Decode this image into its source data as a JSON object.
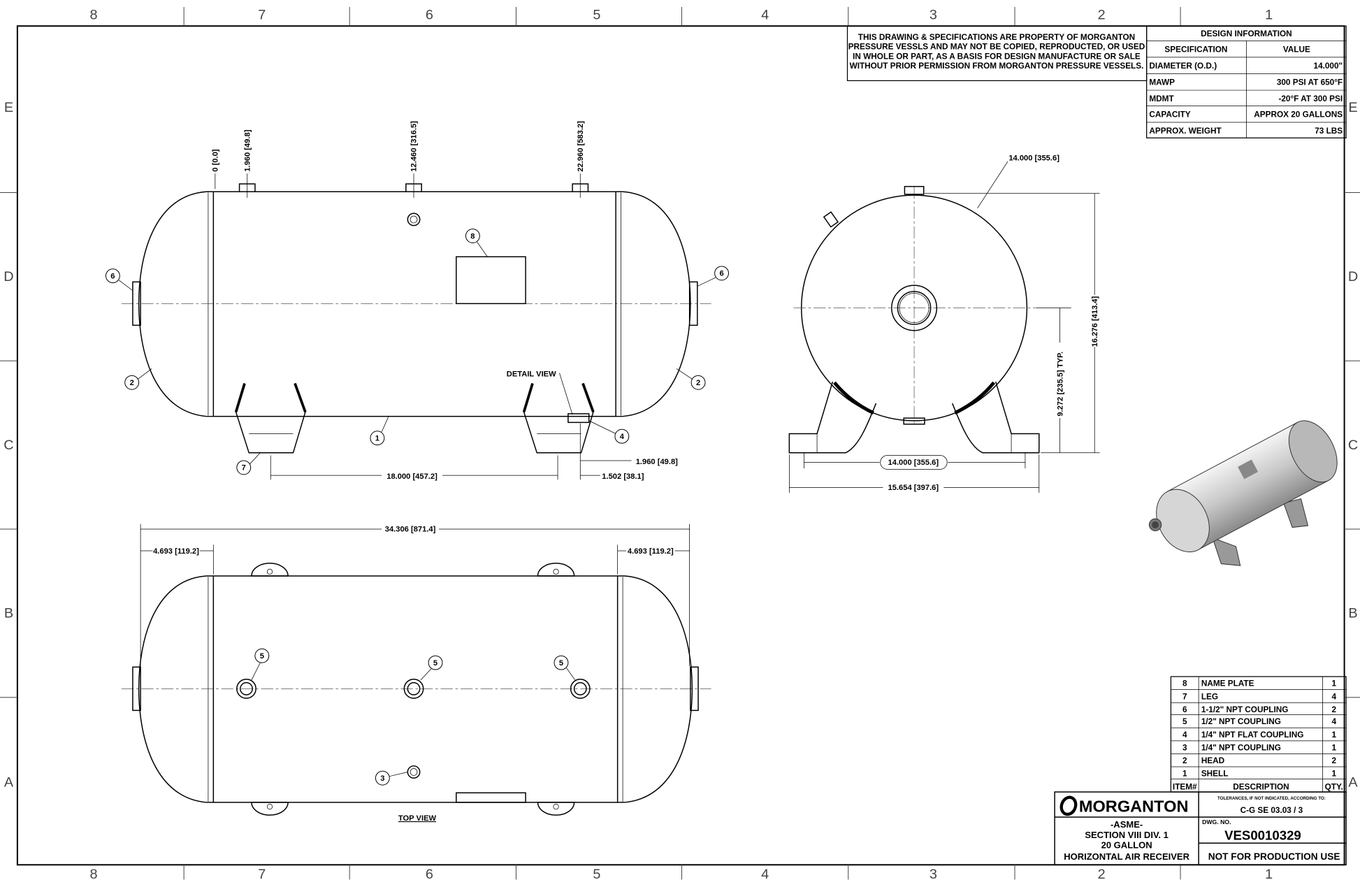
{
  "zones": {
    "columns": [
      "8",
      "7",
      "6",
      "5",
      "4",
      "3",
      "2",
      "1"
    ],
    "rows": [
      "E",
      "D",
      "C",
      "B",
      "A"
    ]
  },
  "notice": [
    "THIS DRAWING & SPECIFICATIONS ARE PROPERTY OF MORGANTON",
    "PRESSURE VESSLS AND MAY NOT BE COPIED, REPRODUCTED,  OR USED",
    "IN WHOLE OR PART, AS A BASIS FOR DESIGN MANUFACTURE OR SALE",
    "WITHOUT PRIOR PERMISSION FROM MORGANTON PRESSURE VESSELS."
  ],
  "design_info": {
    "title": "DESIGN INFORMATION",
    "headers": [
      "SPECIFICATION",
      "VALUE"
    ],
    "rows": [
      {
        "spec": "DIAMETER (O.D.)",
        "value": "14.000\""
      },
      {
        "spec": "MAWP",
        "value": "300 PSI AT 650°F"
      },
      {
        "spec": "MDMT",
        "value": "-20°F AT 300 PSI"
      },
      {
        "spec": "CAPACITY",
        "value": "APPROX 20 GALLONS"
      },
      {
        "spec": "APPROX. WEIGHT",
        "value": "73 LBS"
      }
    ]
  },
  "bom": {
    "headers": [
      "ITEM#",
      "DESCRIPTION",
      "QTY."
    ],
    "rows": [
      {
        "item": "8",
        "desc": "NAME PLATE",
        "qty": "1"
      },
      {
        "item": "7",
        "desc": "LEG",
        "qty": "4"
      },
      {
        "item": "6",
        "desc": "1-1/2\" NPT COUPLING",
        "qty": "2"
      },
      {
        "item": "5",
        "desc": "1/2\" NPT COUPLING",
        "qty": "4"
      },
      {
        "item": "4",
        "desc": "1/4\" NPT FLAT COUPLING",
        "qty": "1"
      },
      {
        "item": "3",
        "desc": "1/4\" NPT COUPLING",
        "qty": "1"
      },
      {
        "item": "2",
        "desc": "HEAD",
        "qty": "2"
      },
      {
        "item": "1",
        "desc": "SHELL",
        "qty": "1"
      }
    ]
  },
  "title_block": {
    "logo": "MORGANTON",
    "tolerance_label": "TOLERANCES, IF NOT INDICATED, ACCORDING TO:",
    "tolerance_value": "C-G SE 03.03 / 3",
    "description": [
      "-ASME-",
      "SECTION VIII DIV. 1",
      "20 GALLON",
      "HORIZONTAL AIR RECEIVER"
    ],
    "dwg_label": "DWG. NO.",
    "dwg_no": "VES0010329",
    "status": "NOT FOR PRODUCTION USE"
  },
  "front_view": {
    "dims_top": [
      "0 [0.0]",
      "1.960 [49.8]",
      "12.460 [316.5]",
      "22.960 [583.2]"
    ],
    "dim_legs": "18.000 [457.2]",
    "dim_offset1": "1.960 [49.8]",
    "dim_offset2": "1.502 [38.1]",
    "detail_label": "DETAIL VIEW",
    "balloons": [
      "6",
      "6",
      "2",
      "2",
      "8",
      "1",
      "7",
      "4"
    ]
  },
  "top_view": {
    "label": "TOP VIEW",
    "dim_overall": "34.306 [871.4]",
    "dim_left": "4.693 [119.2]",
    "dim_right": "4.693 [119.2]",
    "balloons": [
      "5",
      "5",
      "5",
      "3"
    ]
  },
  "end_view": {
    "dim_diameter": "14.000 [355.6]",
    "dim_height": "16.276 [413.4]",
    "dim_center": "9.272 [235.5] TYP.",
    "dim_leg_span": "14.000 [355.6]",
    "dim_base": "15.654 [397.6]"
  }
}
